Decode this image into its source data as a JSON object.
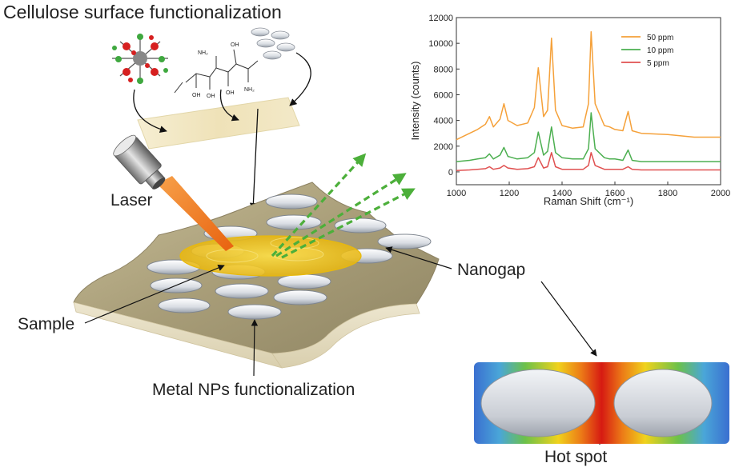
{
  "labels": {
    "title": "Cellulose surface functionalization",
    "laser": "Laser",
    "sample": "Sample",
    "nanogap": "Nanogap",
    "metal_nps": "Metal NPs functionalization",
    "hot_spot": "Hot spot"
  },
  "molecule_labels": {
    "nh2_a": "NH₂",
    "oh_a": "OH",
    "oh_b": "OH",
    "oh_c": "OH",
    "nh2_b": "NH₂",
    "oh_d": "OH"
  },
  "colors": {
    "paper": "#b5aa85",
    "sample": "#f2c81e",
    "arrow_green": "#4caf3a",
    "laser": "#f07a1a"
  },
  "chart_data": {
    "type": "line",
    "xlabel": "Raman Shift (cm⁻¹)",
    "ylabel": "Intensity (counts)",
    "xlim": [
      1000,
      2000
    ],
    "ylim": [
      -1000,
      12000
    ],
    "xticks": [
      "1000",
      "1200",
      "1400",
      "1600",
      "1800",
      "2000"
    ],
    "yticks": [
      "0",
      "2000",
      "4000",
      "6000",
      "8000",
      "10000",
      "12000"
    ],
    "legend_position": "top-right",
    "grid": false,
    "x": [
      1000,
      1050,
      1080,
      1110,
      1125,
      1140,
      1165,
      1180,
      1195,
      1230,
      1270,
      1295,
      1310,
      1330,
      1345,
      1360,
      1375,
      1400,
      1440,
      1480,
      1500,
      1510,
      1525,
      1560,
      1580,
      1600,
      1630,
      1650,
      1665,
      1700,
      1800,
      1900,
      2000
    ],
    "series": [
      {
        "name": "50 ppm",
        "color": "#f5a13a",
        "values": [
          2500,
          3000,
          3300,
          3700,
          4300,
          3500,
          4100,
          5300,
          4000,
          3600,
          3800,
          5000,
          8100,
          4300,
          4800,
          10400,
          4800,
          3600,
          3400,
          3500,
          5300,
          10900,
          5300,
          3600,
          3500,
          3300,
          3200,
          4700,
          3200,
          3000,
          2900,
          2700,
          2700
        ]
      },
      {
        "name": "10 ppm",
        "color": "#4caf50",
        "values": [
          800,
          900,
          1000,
          1100,
          1400,
          1000,
          1300,
          1900,
          1200,
          1000,
          1100,
          1500,
          3100,
          1300,
          1600,
          3500,
          1500,
          1100,
          1000,
          1000,
          1800,
          4600,
          1800,
          1100,
          1000,
          1000,
          900,
          1700,
          900,
          800,
          800,
          800,
          800
        ]
      },
      {
        "name": "5 ppm",
        "color": "#e05050",
        "values": [
          100,
          150,
          200,
          250,
          400,
          200,
          300,
          500,
          300,
          200,
          250,
          400,
          1100,
          300,
          400,
          1500,
          400,
          200,
          200,
          200,
          500,
          1500,
          500,
          200,
          200,
          200,
          200,
          400,
          200,
          150,
          150,
          150,
          150
        ]
      }
    ]
  }
}
